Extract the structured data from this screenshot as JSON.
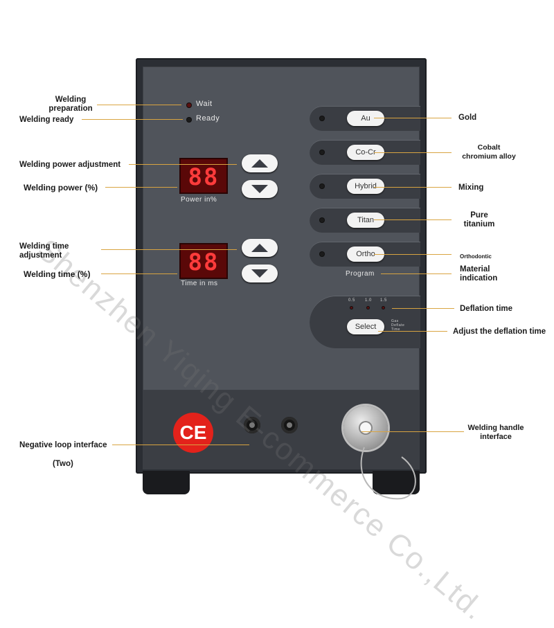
{
  "panel": {
    "wait_label": "Wait",
    "ready_label": "Ready",
    "power_display": "88",
    "power_caption": "Power in%",
    "time_display": "88",
    "time_caption": "Time in ms",
    "programs": [
      "Au",
      "Co-Cr",
      "Hybrid",
      "Titan",
      "Ortho"
    ],
    "program_caption": "Program",
    "deflation_ticks": [
      "0.5",
      "1.0",
      "1.5"
    ],
    "select_label": "Select",
    "gas_caption": [
      "Gas",
      "Deflate",
      "Time"
    ],
    "ce_mark": "CE"
  },
  "annotations": {
    "welding_preparation": [
      "Welding",
      "preparation"
    ],
    "welding_ready": "Welding ready",
    "power_adjustment": "Welding power adjustment",
    "power_percent": "Welding power (%)",
    "time_adjustment": [
      "Welding time",
      "adjustment"
    ],
    "time_percent": "Welding time (%)",
    "negative_loop": "Negative loop interface",
    "two": "(Two)",
    "gold": "Gold",
    "cobalt": [
      "Cobalt",
      "chromium alloy"
    ],
    "mixing": "Mixing",
    "pure_titanium": [
      "Pure",
      "titanium"
    ],
    "orthodontic": "Orthodontic",
    "material_indication": [
      "Material",
      "indication"
    ],
    "deflation_time": "Deflation time",
    "adjust_deflation": "Adjust the deflation time",
    "welding_handle": [
      "Welding handle",
      "interface"
    ]
  },
  "watermark": "Shenzhen Yiqing E-commerce Co.,Ltd.",
  "colors": {
    "leader_line": "#d9a441",
    "display_red": "#ff3b3b",
    "ce_red": "#e3221b"
  }
}
